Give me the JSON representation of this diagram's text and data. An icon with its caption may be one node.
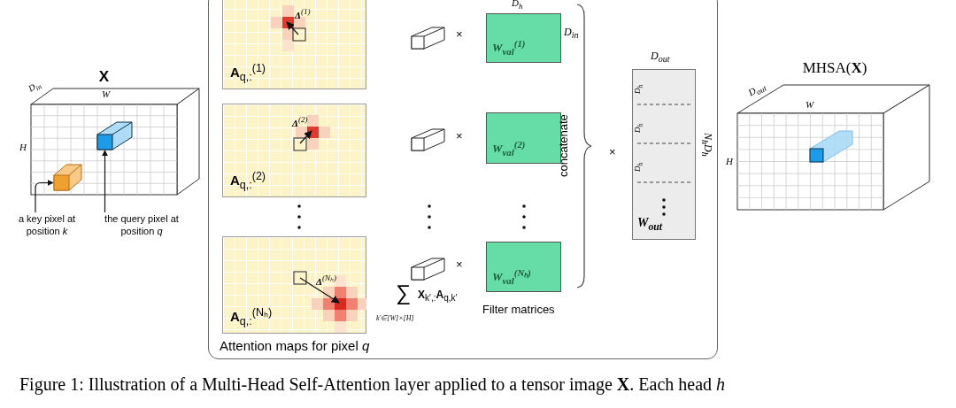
{
  "diagram": {
    "caption": "Figure 1: Illustration of a Multi-Head Self-Attention layer applied to a tensor image **X**. Each head *h*",
    "nodes": [
      {
        "text": [
          "**X**"
        ],
        "beside": [
          "D$_{in}$",
          "W",
          "H"
        ]
      },
      {
        "text": [],
        "shape": "box",
        "in": 0
      },
      {
        "text": [],
        "shape": "box",
        "in": 0
      },
      {
        "text": [
          "a key pixel at position *k*"
        ]
      },
      {
        "text": [
          "the query pixel at position *q*"
        ]
      },
      {
        "text": [
          "Attention maps for pixel *q*"
        ]
      },
      {
        "text": [
          "**A**$_{q,:}$$^{(1)}$"
        ],
        "in": 5
      },
      {
        "text": [
          "**A**$_{q,:}$$^{(2)}$"
        ],
        "in": 5
      },
      {
        "text": [
          "**A**$_{q,:}$$^{(Nₕ)}$"
        ],
        "in": 5
      },
      {
        "text": [],
        "shape": "box",
        "in": 5
      },
      {
        "text": [],
        "shape": "box",
        "in": 5
      },
      {
        "text": [],
        "shape": "box",
        "in": 5
      },
      {
        "text": [
          "W$_{val}$$^{(1)}$"
        ],
        "in": 5,
        "beside": [
          "D$_{h}$",
          "D$_{in}$"
        ]
      },
      {
        "text": [
          "W$_{val}$$^{(2)}$"
        ],
        "in": 5
      },
      {
        "text": [
          "W$_{val}$$^{(Nₕ)}$"
        ],
        "in": 5
      },
      {
        "text": [
          "W$_{out}$"
        ],
        "in": 5,
        "beside": [
          "D$_{out}$",
          "N$_{h}$D$_{h}$"
        ]
      },
      {
        "text": [
          "MHSA(**X**)"
        ],
        "beside": [
          "D$_{out}$",
          "W",
          "H"
        ]
      }
    ],
    "edges": [
      {
        "from": 3,
        "to": 1,
        "arrow": "to"
      },
      {
        "from": 4,
        "to": 2,
        "arrow": "to"
      }
    ],
    "labels": [
      "**Δ**$^{(1)}$",
      "×",
      "**Δ**$^{(2)}$",
      "×",
      "**Δ**$^{(Nₕ)}$",
      "×",
      "∑",
      "**X**$_{k′,:}$**A**$_{q,k′}$",
      "k′∈[W]×[H]",
      "Filter matrices",
      "concatenate",
      "×",
      "D$_{h}$",
      "D$_{h}$",
      "D$_{h}$"
    ]
  }
}
